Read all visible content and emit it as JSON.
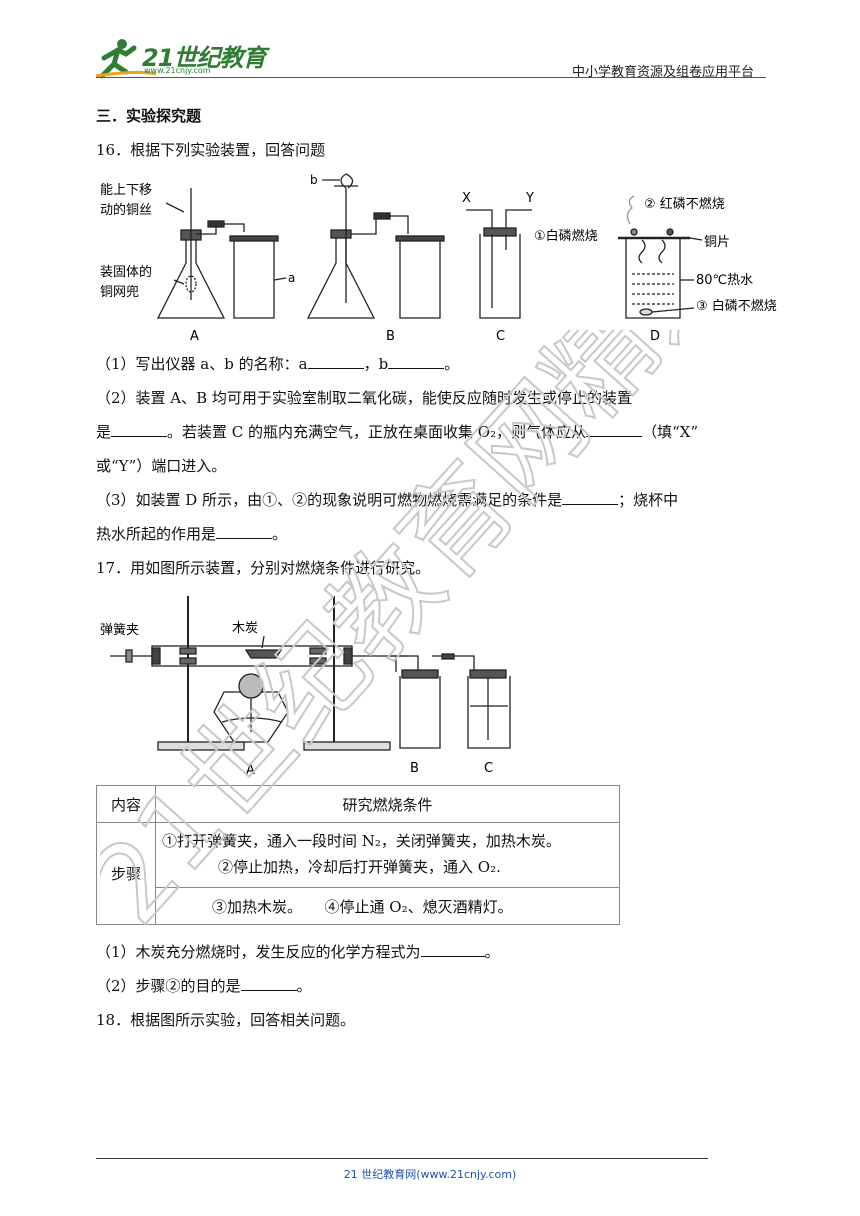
{
  "header": {
    "logo_text": "21世纪教育",
    "logo_sub": "www.21cnjy.com",
    "right_text": "中小学教育资源及组卷应用平台"
  },
  "section_title": "三．实验探究题",
  "q16": {
    "stem": "16．根据下列实验装置，回答问题",
    "fig": {
      "copper_wire_1": "能上下移",
      "copper_wire_2": "动的铜丝",
      "solid_1": "装固体的",
      "solid_2": "铜网兜",
      "label_a": "a",
      "label_b": "b",
      "label_x": "X",
      "label_y": "Y",
      "d_red": "② 红磷不燃烧",
      "d_white_burn": "①白磷燃烧",
      "d_copper": "铜片",
      "d_water": "80℃热水",
      "d_white_no": "③ 白磷不燃烧",
      "cap_a": "A",
      "cap_b": "B",
      "cap_c": "C",
      "cap_d": "D"
    },
    "p1_a": "（1）写出仪器 a、b 的名称：a",
    "p1_b": "，b",
    "p1_c": "。",
    "p2_a": "（2）装置 A、B 均可用于实验室制取二氧化碳，能使反应随时发生或停止的装置",
    "p2_b": "是",
    "p2_c": "。若装置 C 的瓶内充满空气，正放在桌面收集 O₂，则气体应从",
    "p2_d": "（填“X”",
    "p2_e": "或“Y”）端口进入。",
    "p3_a": "（3）如装置 D 所示，由①、②的现象说明可燃物燃烧需满足的条件是",
    "p3_b": "；烧杯中",
    "p3_c": "热水所起的作用是",
    "p3_d": "。"
  },
  "q17": {
    "stem": "17．用如图所示装置，分别对燃烧条件进行研究。",
    "fig": {
      "clip": "弹簧夹",
      "charcoal": "木炭",
      "cap_a": "A",
      "cap_b": "B",
      "cap_c": "C"
    },
    "table": {
      "h1": "内容",
      "h2": "研究燃烧条件",
      "r1": "步骤",
      "s1": "①打开弹簧夹，通入一段时间 N₂，关闭弹簧夹，加热木炭。",
      "s2": "②停止加热，冷却后打开弹簧夹，通入 O₂.",
      "s3": "③加热木炭。　　④停止通 O₂、熄灭酒精灯。"
    },
    "p1_a": "（1）木炭充分燃烧时，发生反应的化学方程式为",
    "p1_b": "。",
    "p2_a": "（2）步骤②的目的是",
    "p2_b": "。"
  },
  "q18": {
    "stem": "18．根据图所示实验，回答相关问题。"
  },
  "watermark": "21世纪教育网精选资料",
  "footer": "21 世纪教育网(www.21cnjy.com)"
}
